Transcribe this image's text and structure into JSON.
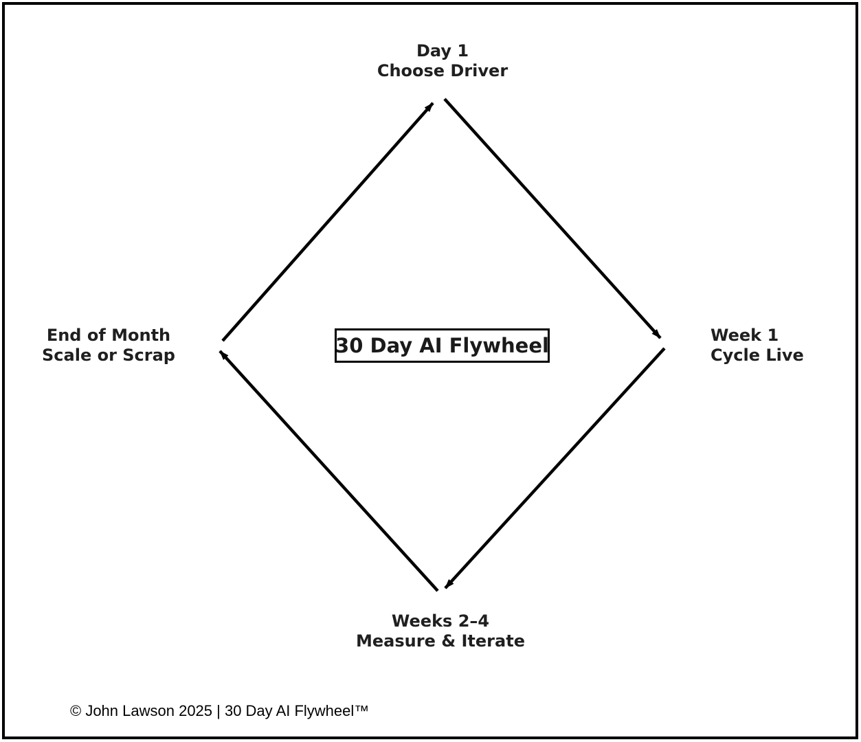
{
  "page": {
    "background_color": "#ffffff",
    "border_color": "#000000"
  },
  "diagram": {
    "center_label": "30 Day AI Flywheel",
    "nodes": [
      {
        "id": "day1",
        "position": "top",
        "line1": "Day 1",
        "line2": "Choose Driver"
      },
      {
        "id": "week1",
        "position": "right",
        "line1": "Week 1",
        "line2": "Cycle Live"
      },
      {
        "id": "weeks2to4",
        "position": "bottom",
        "line1": "Weeks 2–4",
        "line2": "Measure & Iterate"
      },
      {
        "id": "end-of-month",
        "position": "left",
        "line1": "End of Month",
        "line2": "Scale or Scrap"
      }
    ],
    "arrows": [
      {
        "from": "End of Month Scale or Scrap",
        "to": "Day 1 Choose Driver"
      },
      {
        "from": "Day 1 Choose Driver",
        "to": "Week 1 Cycle Live"
      },
      {
        "from": "Week 1 Cycle Live",
        "to": "Weeks 2–4 Measure & Iterate"
      },
      {
        "from": "Weeks 2–4 Measure & Iterate",
        "to": "End of Month Scale or Scrap"
      }
    ],
    "colors": {
      "text": "#1f1f1f",
      "arrow": "#000000"
    }
  },
  "footer": {
    "copyright": "© John Lawson 2025 | 30 Day AI Flywheel™"
  }
}
